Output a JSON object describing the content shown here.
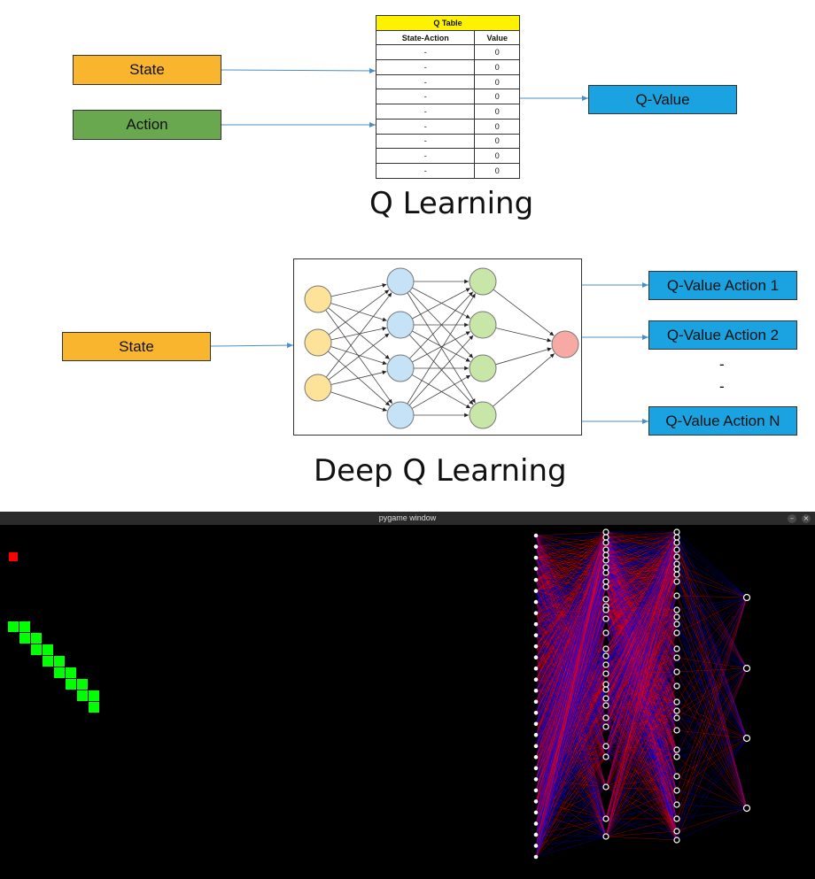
{
  "q_learning": {
    "state_label": "State",
    "action_label": "Action",
    "q_value_label": "Q-Value",
    "caption": "Q Learning",
    "q_table": {
      "title": "Q Table",
      "headers": [
        "State-Action",
        "Value"
      ],
      "rows": [
        [
          "-",
          "0"
        ],
        [
          "-",
          "0"
        ],
        [
          "-",
          "0"
        ],
        [
          "-",
          "0"
        ],
        [
          "-",
          "0"
        ],
        [
          "-",
          "0"
        ],
        [
          "-",
          "0"
        ],
        [
          "-",
          "0"
        ],
        [
          "-",
          "0"
        ]
      ]
    }
  },
  "deep_q_learning": {
    "state_label": "State",
    "outputs": [
      "Q-Value Action 1",
      "Q-Value Action 2",
      "Q-Value Action N"
    ],
    "ellipsis": [
      "-",
      "-"
    ],
    "caption": "Deep Q Learning",
    "network_layers": [
      3,
      4,
      4,
      1
    ],
    "layer_colors": [
      "#fde39a",
      "#c6e2f7",
      "#c9e6a9",
      "#f7a9a4"
    ]
  },
  "pygame_window": {
    "title": "pygame window",
    "minimize_icon": "minimize-icon",
    "close_icon": "close-icon",
    "food_color": "#ff0000",
    "snake_color": "#00ff00",
    "edge_colors": [
      "#ff0000",
      "#0000ff"
    ],
    "network_layers": [
      30,
      30,
      30,
      4
    ]
  }
}
